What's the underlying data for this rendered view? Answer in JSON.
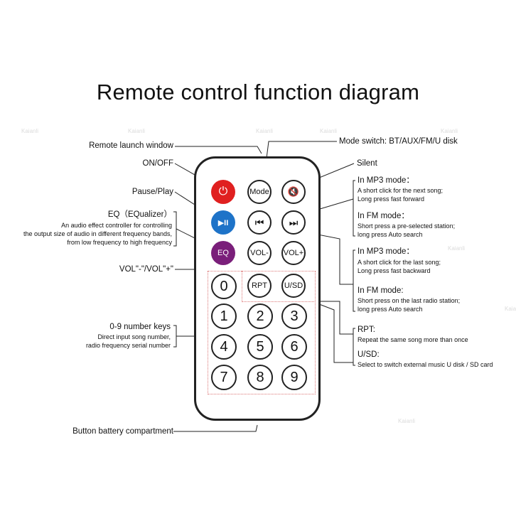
{
  "title": "Remote control function diagram",
  "left_labels": {
    "launch": "Remote launch window",
    "onoff": "ON/OFF",
    "pause": "Pause/Play",
    "eq_title": "EQ（EQualizer）",
    "eq_desc1": "An audio effect controller for controlling",
    "eq_desc2": "the output size of audio in different frequency bands,",
    "eq_desc3": "from low frequency to high frequency",
    "vol": "VOL\"-\"/VOL\"+\"",
    "num_title": "0-9 number keys",
    "num_desc1": "Direct input song number,",
    "num_desc2": "radio frequency serial number",
    "battery": "Button battery compartment"
  },
  "right_labels": {
    "mode": "Mode switch: BT/AUX/FM/U disk",
    "silent": "Silent",
    "next_mp3_title": "In MP3 mode：",
    "next_mp3_1": "A short click for the next song;",
    "next_mp3_2": "Long press fast forward",
    "next_fm_title": "In FM mode：",
    "next_fm_1": "Short press a pre-selected station;",
    "next_fm_2": "long press Auto search",
    "prev_mp3_title": "In MP3 mode：",
    "prev_mp3_1": "A short click for the last song;",
    "prev_mp3_2": "Long press fast backward",
    "prev_fm_title": "In FM mode:",
    "prev_fm_1": "Short press on the last radio station;",
    "prev_fm_2": "long press Auto search",
    "rpt_title": "RPT:",
    "rpt_desc": "Repeat the same song more than once",
    "usd_title": "U/SD:",
    "usd_desc": "Select to switch external music U disk / SD card"
  },
  "buttons": {
    "power_glyph": "⏻",
    "mode": "Mode",
    "mute_glyph": "🔇",
    "play_glyph": "▶II",
    "prev_glyph": "⏮",
    "next_glyph": "⏭",
    "eq": "EQ",
    "vol_minus": "VOL-",
    "vol_plus": "VOL+",
    "rpt": "RPT",
    "usd": "U/SD",
    "n0": "0",
    "n1": "1",
    "n2": "2",
    "n3": "3",
    "n4": "4",
    "n5": "5",
    "n6": "6",
    "n7": "7",
    "n8": "8",
    "n9": "9"
  },
  "watermark": "Kaianli",
  "colors": {
    "power": "#e02020",
    "play": "#1e73c8",
    "eq": "#7a1f7a"
  }
}
